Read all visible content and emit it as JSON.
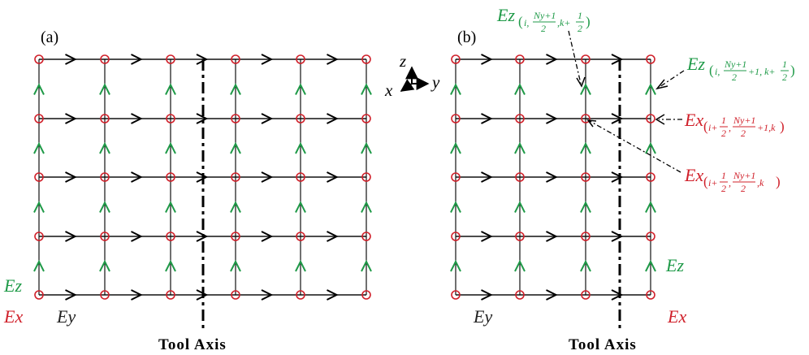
{
  "panels": {
    "a": {
      "label": "(a)"
    },
    "b": {
      "label": "(b)"
    }
  },
  "fields": {
    "ez": "Ez",
    "ex": "Ex",
    "ey": "Ey"
  },
  "tool_axis": "Tool Axis",
  "coordinate_axes": {
    "z": "z",
    "x": "x",
    "y": "y"
  },
  "annotations": {
    "ez_top": {
      "field": "Ez",
      "i": "i,",
      "frac_num": "Ny+1",
      "frac_den": "2",
      "suffix": ",k+",
      "half_num": "1",
      "half_den": "2"
    },
    "ez_right": {
      "field": "Ez",
      "i": "i,",
      "frac_num": "Ny+1",
      "frac_den": "2",
      "suffix": "+1, k+",
      "half_num": "1",
      "half_den": "2"
    },
    "ex_right1": {
      "field": "Ex",
      "prefix": "i+",
      "half_num": "1",
      "half_den": "2",
      "comma": ",",
      "frac_num": "Ny+1",
      "frac_den": "2",
      "suffix": "+1,k"
    },
    "ex_right2": {
      "field": "Ex",
      "prefix": "i+",
      "half_num": "1",
      "half_den": "2",
      "comma": ",",
      "frac_num": "Ny+1",
      "frac_den": "2",
      "suffix": ",k"
    }
  },
  "colors": {
    "ex": "#d0202a",
    "ez": "#1f9a48",
    "ey": "#222222",
    "grid": "#111111"
  }
}
